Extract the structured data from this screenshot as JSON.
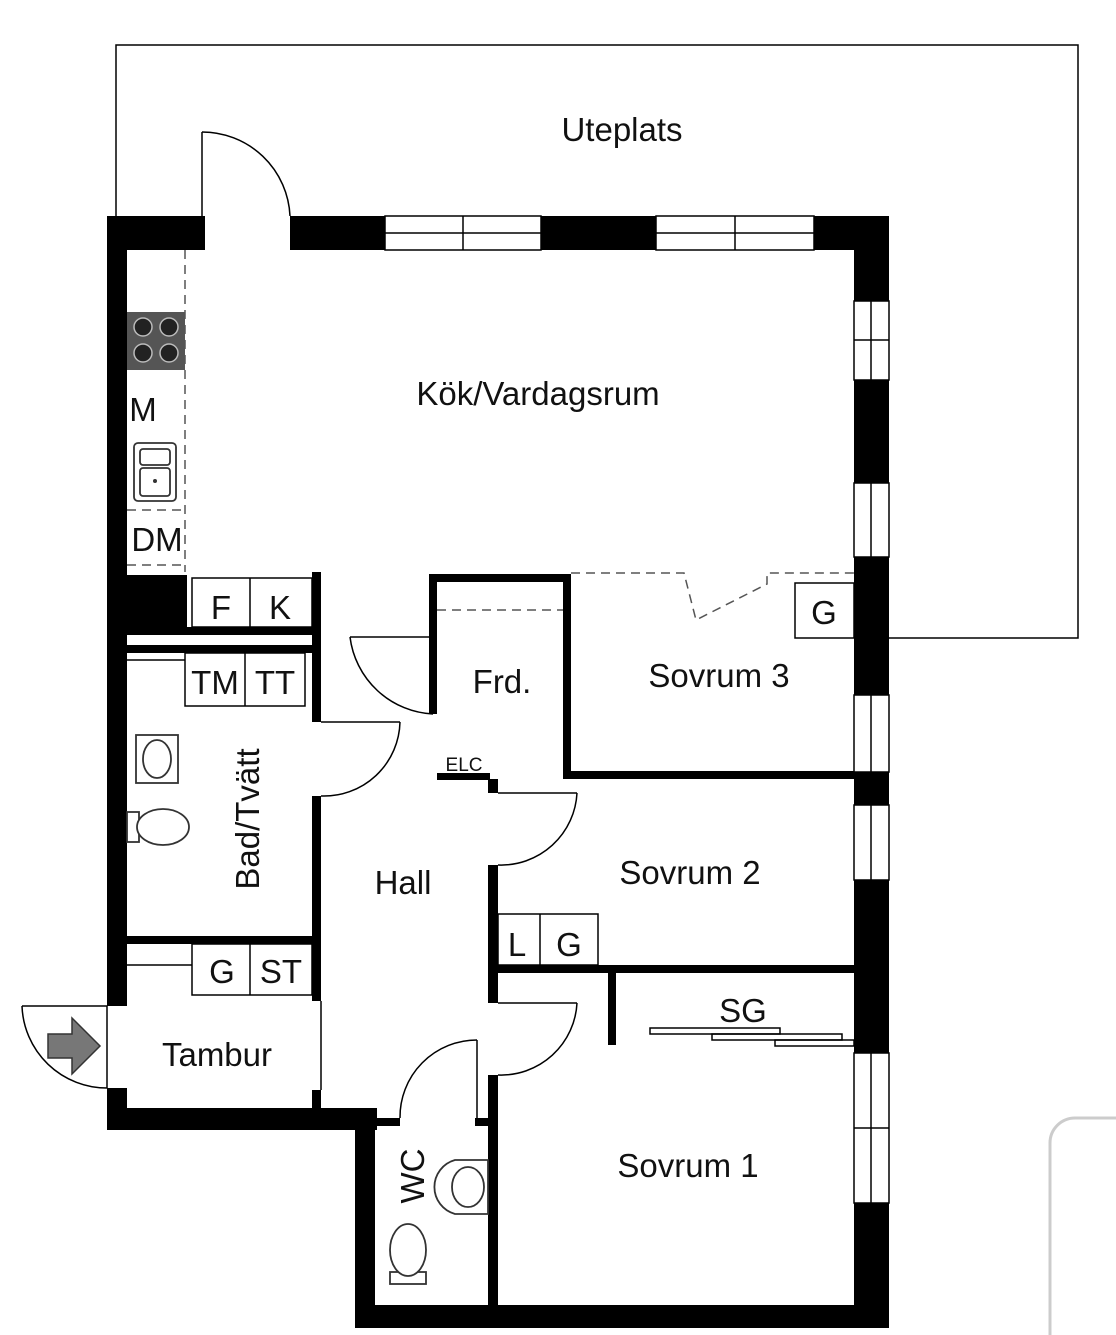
{
  "rooms": {
    "patio": "Uteplats",
    "kitchen_living": "Kök/Vardagsrum",
    "bedroom3": "Sovrum 3",
    "bedroom2": "Sovrum 2",
    "bedroom1": "Sovrum 1",
    "storage": "Frd.",
    "bath": "Bad/Tvätt",
    "hall": "Hall",
    "entry": "Tambur",
    "wc": "WC"
  },
  "fixtures": {
    "microwave": "M",
    "dishwasher": "DM",
    "fridge": "F",
    "freezer": "K",
    "washer": "TM",
    "dryer": "TT",
    "wardrobe_b3": "G",
    "linen_b2": "L",
    "wardrobe_b2": "G",
    "wardrobe_entry": "G",
    "cleaning_cabinet": "ST",
    "sliding_wardrobe": "SG",
    "electric_panel": "ELC"
  }
}
